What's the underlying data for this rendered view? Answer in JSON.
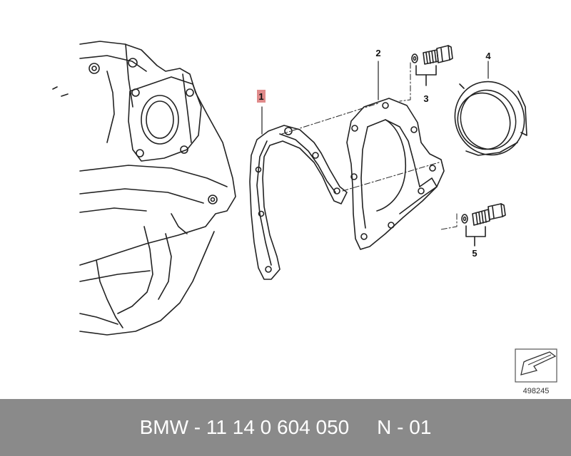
{
  "diagram": {
    "callouts": [
      {
        "id": "1",
        "label": "1"
      },
      {
        "id": "2",
        "label": "2"
      },
      {
        "id": "3",
        "label": "3"
      },
      {
        "id": "4",
        "label": "4"
      },
      {
        "id": "5",
        "label": "5"
      }
    ],
    "reference_number": "498245",
    "icons": [
      "next-page-arrow-icon"
    ]
  },
  "footer": {
    "part_number": "BMW - 11 14 0 604 050",
    "variant": "N - 01"
  },
  "colors": {
    "line": "#222222",
    "highlight": "#e08b8b",
    "footer_bg": "#8a8a8a",
    "footer_text": "#ffffff"
  }
}
